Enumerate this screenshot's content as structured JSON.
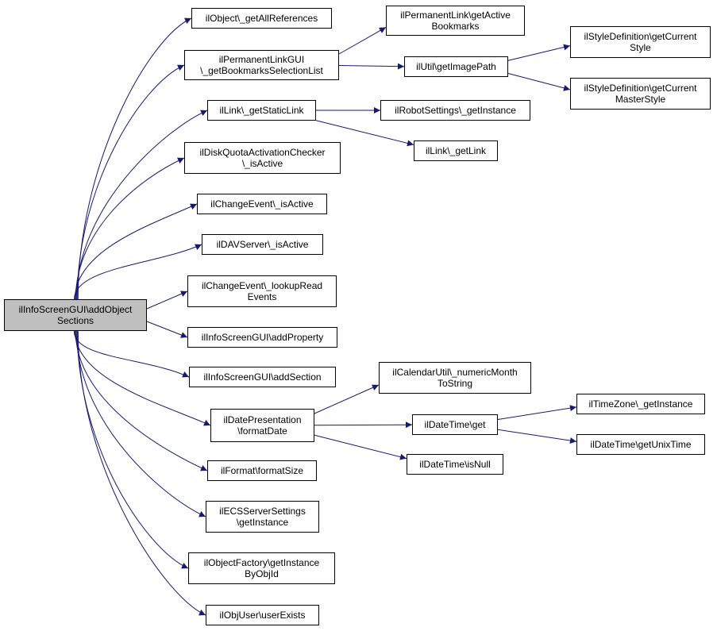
{
  "diagram": {
    "edge_color": "#191970",
    "root_fill": "#bfbfbf",
    "node_fill": "#ffffff",
    "nodes": [
      {
        "id": "root",
        "lines": [
          "ilInfoScreenGUI\\addObject",
          "Sections"
        ]
      },
      {
        "id": "n1",
        "lines": [
          "ilObject\\_getAllReferences"
        ]
      },
      {
        "id": "n2",
        "lines": [
          "ilPermanentLinkGUI",
          "\\_getBookmarksSelectionList"
        ]
      },
      {
        "id": "n3",
        "lines": [
          "ilLink\\_getStaticLink"
        ]
      },
      {
        "id": "n4",
        "lines": [
          "ilDiskQuotaActivationChecker",
          "\\_isActive"
        ]
      },
      {
        "id": "n5",
        "lines": [
          "ilChangeEvent\\_isActive"
        ]
      },
      {
        "id": "n6",
        "lines": [
          "ilDAVServer\\_isActive"
        ]
      },
      {
        "id": "n7",
        "lines": [
          "ilChangeEvent\\_lookupRead",
          "Events"
        ]
      },
      {
        "id": "n8",
        "lines": [
          "ilInfoScreenGUI\\addProperty"
        ]
      },
      {
        "id": "n9",
        "lines": [
          "ilInfoScreenGUI\\addSection"
        ]
      },
      {
        "id": "n10",
        "lines": [
          "ilDatePresentation",
          "\\formatDate"
        ]
      },
      {
        "id": "n11",
        "lines": [
          "ilFormat\\formatSize"
        ]
      },
      {
        "id": "n12",
        "lines": [
          "ilECSServerSettings",
          "\\getInstance"
        ]
      },
      {
        "id": "n13",
        "lines": [
          "ilObjectFactory\\getInstance",
          "ByObjId"
        ]
      },
      {
        "id": "n14",
        "lines": [
          "ilObjUser\\userExists"
        ]
      },
      {
        "id": "n15",
        "lines": [
          "ilPermanentLink\\getActive",
          "Bookmarks"
        ]
      },
      {
        "id": "n16",
        "lines": [
          "ilUtil\\getImagePath"
        ]
      },
      {
        "id": "n17",
        "lines": [
          "ilRobotSettings\\_getInstance"
        ]
      },
      {
        "id": "n18",
        "lines": [
          "ilLink\\_getLink"
        ]
      },
      {
        "id": "n19",
        "lines": [
          "ilCalendarUtil\\_numericMonth",
          "ToString"
        ]
      },
      {
        "id": "n20",
        "lines": [
          "ilDateTime\\get"
        ]
      },
      {
        "id": "n21",
        "lines": [
          "ilDateTime\\isNull"
        ]
      },
      {
        "id": "n22",
        "lines": [
          "ilStyleDefinition\\getCurrent",
          "Style"
        ]
      },
      {
        "id": "n23",
        "lines": [
          "ilStyleDefinition\\getCurrent",
          "MasterStyle"
        ]
      },
      {
        "id": "n24",
        "lines": [
          "ilTimeZone\\_getInstance"
        ]
      },
      {
        "id": "n25",
        "lines": [
          "ilDateTime\\getUnixTime"
        ]
      }
    ],
    "edges": [
      [
        "root",
        "n1"
      ],
      [
        "root",
        "n2"
      ],
      [
        "root",
        "n3"
      ],
      [
        "root",
        "n4"
      ],
      [
        "root",
        "n5"
      ],
      [
        "root",
        "n6"
      ],
      [
        "root",
        "n7"
      ],
      [
        "root",
        "n8"
      ],
      [
        "root",
        "n9"
      ],
      [
        "root",
        "n10"
      ],
      [
        "root",
        "n11"
      ],
      [
        "root",
        "n12"
      ],
      [
        "root",
        "n13"
      ],
      [
        "root",
        "n14"
      ],
      [
        "n2",
        "n15"
      ],
      [
        "n2",
        "n16"
      ],
      [
        "n3",
        "n17"
      ],
      [
        "n3",
        "n18"
      ],
      [
        "n10",
        "n19"
      ],
      [
        "n10",
        "n20"
      ],
      [
        "n10",
        "n21"
      ],
      [
        "n16",
        "n22"
      ],
      [
        "n16",
        "n23"
      ],
      [
        "n20",
        "n24"
      ],
      [
        "n20",
        "n25"
      ]
    ]
  }
}
